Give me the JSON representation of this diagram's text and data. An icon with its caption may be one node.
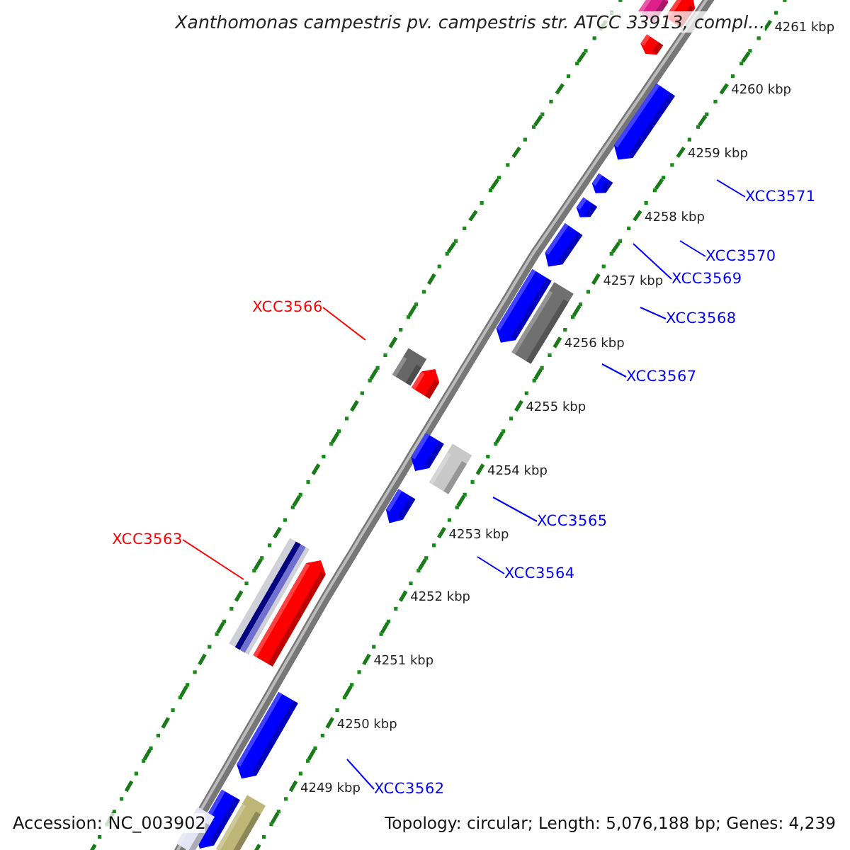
{
  "diagram": {
    "title": "Xanthomonas campestris pv. campestris str. ATCC 33913, compl...",
    "nodes": [
      {
        "text": [
          "XCC3571"
        ]
      },
      {
        "text": [
          "XCC3570"
        ]
      },
      {
        "text": [
          "XCC3569"
        ]
      },
      {
        "text": [
          "XCC3566"
        ]
      },
      {
        "text": [
          "XCC3568"
        ]
      },
      {
        "text": [
          "XCC3567"
        ]
      },
      {
        "text": [
          "XCC3565"
        ]
      },
      {
        "text": [
          "XCC3563"
        ]
      },
      {
        "text": [
          "XCC3564"
        ]
      },
      {
        "text": [
          "XCC3562"
        ]
      }
    ],
    "edges": [
      {
        "from": 0,
        "to": null,
        "arrow": "none"
      },
      {
        "from": 1,
        "to": null,
        "arrow": "none"
      },
      {
        "from": 2,
        "to": null,
        "arrow": "none"
      },
      {
        "from": 3,
        "to": null,
        "arrow": "none",
        "color": "#ff0000"
      },
      {
        "from": 4,
        "to": null,
        "arrow": "none"
      },
      {
        "from": 5,
        "to": null,
        "arrow": "none"
      },
      {
        "from": 6,
        "to": null,
        "arrow": "none"
      },
      {
        "from": 7,
        "to": null,
        "arrow": "none",
        "color": "#ff0000"
      },
      {
        "from": 8,
        "to": null,
        "arrow": "none"
      },
      {
        "from": 9,
        "to": null,
        "arrow": "none"
      }
    ],
    "labels": [
      "4261 kbp",
      "4260 kbp",
      "4259 kbp",
      "4258 kbp",
      "4257 kbp",
      "4256 kbp",
      "4255 kbp",
      "4254 kbp",
      "4253 kbp",
      "4252 kbp",
      "4251 kbp",
      "4250 kbp",
      "4249 kbp",
      "Accession: NC_003902",
      "Topology: circular; Length: 5,076,188 bp; Genes: 4,239"
    ]
  }
}
